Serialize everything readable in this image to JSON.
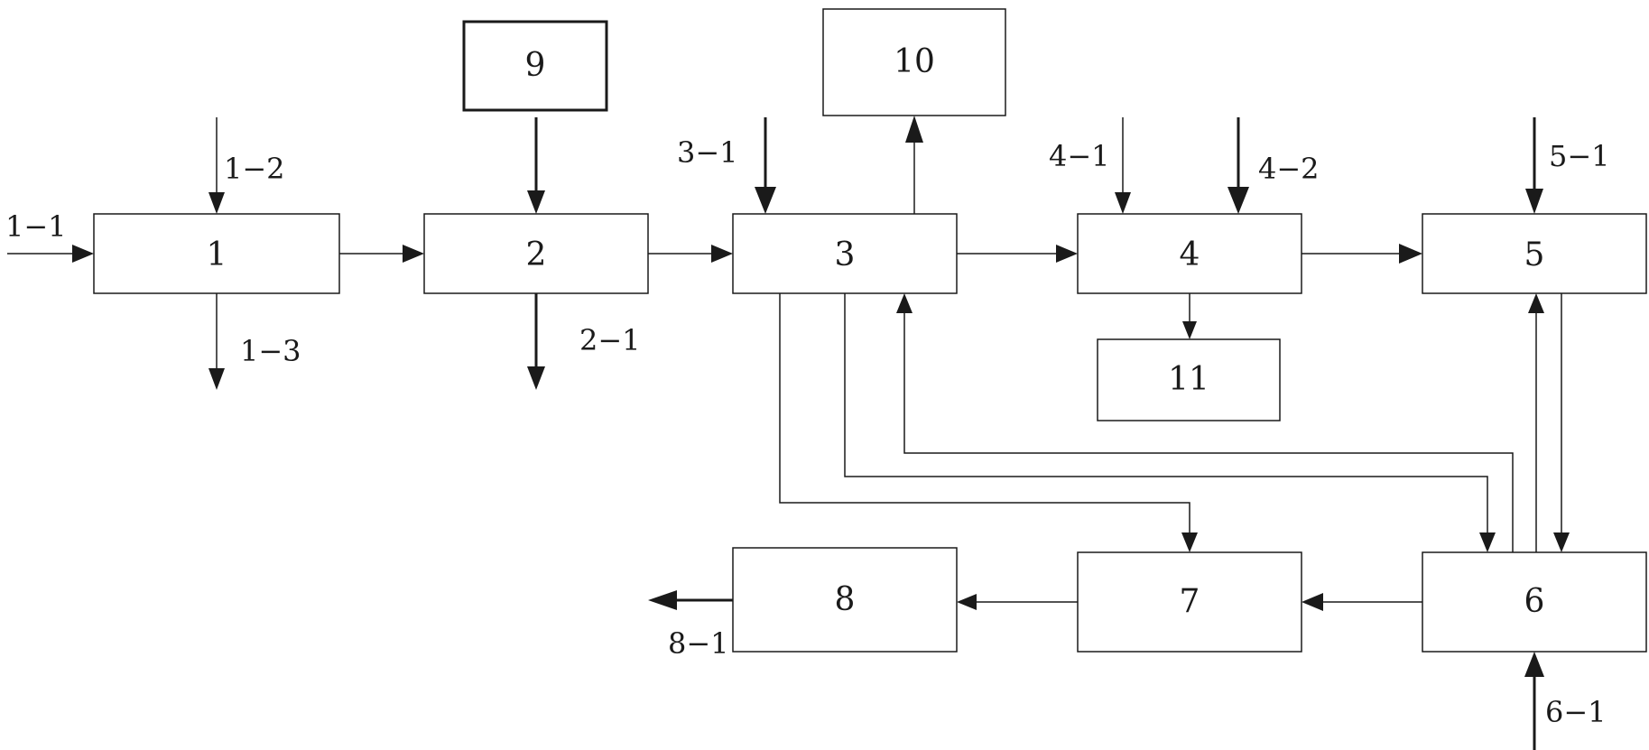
{
  "blocks": {
    "b1": "1",
    "b2": "2",
    "b3": "3",
    "b4": "4",
    "b5": "5",
    "b6": "6",
    "b7": "7",
    "b8": "8",
    "b9": "9",
    "b10": "10",
    "b11": "11"
  },
  "streams": {
    "s1_1": "1−1",
    "s1_2": "1−2",
    "s1_3": "1−3",
    "s2_1": "2−1",
    "s3_1": "3−1",
    "s4_1": "4−1",
    "s4_2": "4−2",
    "s5_1": "5−1",
    "s6_1": "6−1",
    "s8_1": "8−1"
  }
}
